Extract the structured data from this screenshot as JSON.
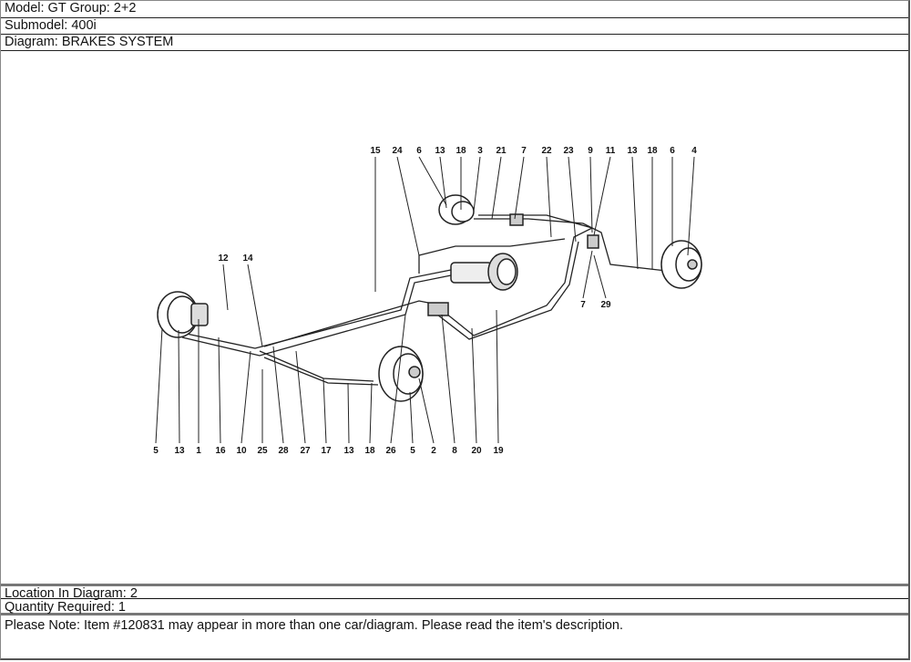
{
  "header": {
    "model": "Model: GT Group: 2+2",
    "submodel": "Submodel: 400i",
    "diagram": "Diagram: BRAKES SYSTEM"
  },
  "diagram": {
    "top_callouts": [
      "15",
      "24",
      "6",
      "13",
      "18",
      "3",
      "21",
      "7",
      "22",
      "23",
      "9",
      "11",
      "13",
      "18",
      "6",
      "4"
    ],
    "bottom_callouts": [
      "5",
      "13",
      "1",
      "16",
      "10",
      "25",
      "28",
      "27",
      "17",
      "13",
      "18",
      "26",
      "5",
      "2",
      "8",
      "20",
      "19"
    ],
    "side_callouts": [
      "12",
      "14",
      "7",
      "29"
    ]
  },
  "footer": {
    "location": "Location In Diagram: 2",
    "quantity": "Quantity Required: 1",
    "note": "Please Note: Item #120831 may appear in more than one car/diagram. Please read the item's description."
  }
}
